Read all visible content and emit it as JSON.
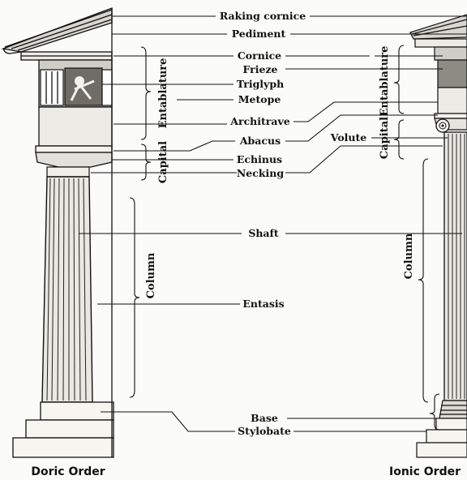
{
  "labels": {
    "raking_cornice": "Raking cornice",
    "pediment": "Pediment",
    "cornice": "Cornice",
    "frieze": "Frieze",
    "triglyph": "Triglyph",
    "metope": "Metope",
    "architrave": "Architrave",
    "abacus": "Abacus",
    "volute": "Volute",
    "echinus": "Echinus",
    "necking": "Necking",
    "shaft": "Shaft",
    "entasis": "Entasis",
    "base": "Base",
    "stylobate": "Stylobate"
  },
  "brackets": {
    "entablature_left": "Entablature",
    "capital_left": "Capital",
    "column_left": "Column",
    "entablature_right": "Entablature",
    "capital_right": "Capital",
    "column_right": "Column"
  },
  "captions": {
    "doric": "Doric Order",
    "ionic": "Ionic Order"
  }
}
